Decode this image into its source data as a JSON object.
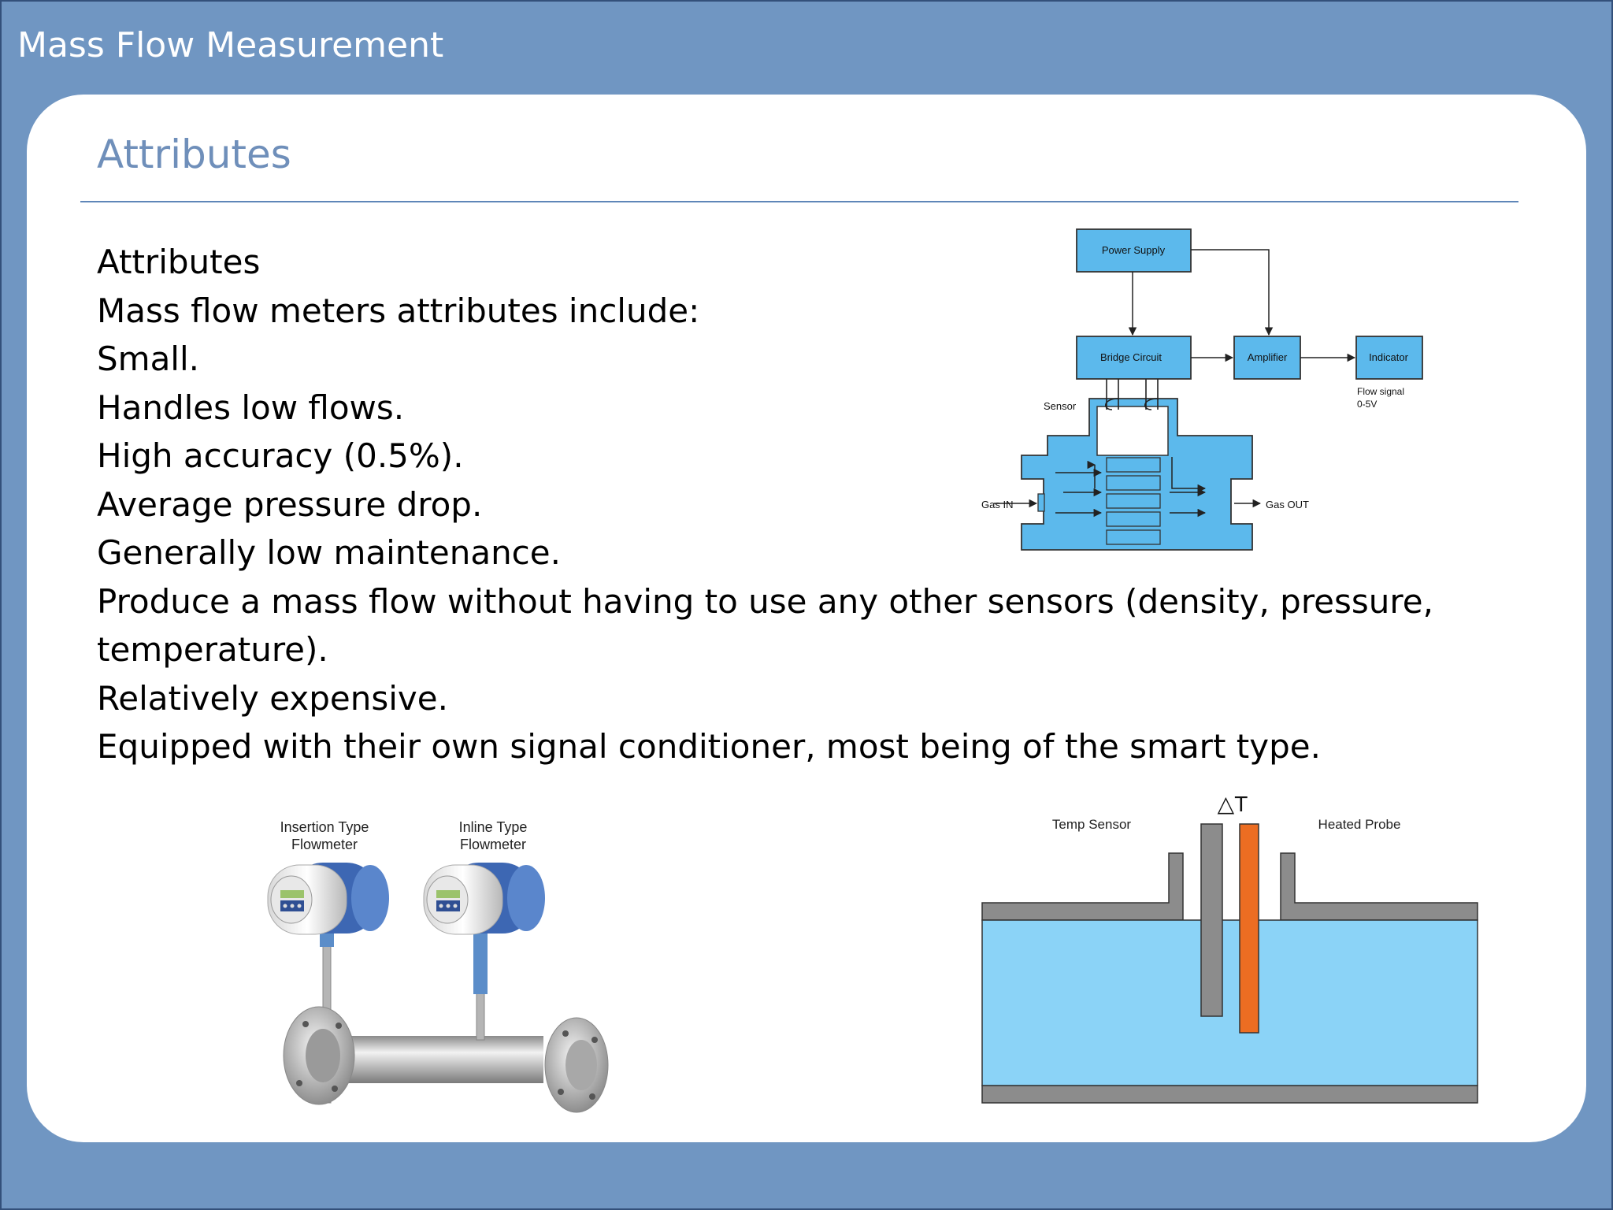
{
  "slide": {
    "title": "Mass Flow Measurement",
    "section_title": "Attributes"
  },
  "body": {
    "lines": [
      "Attributes",
      "Mass flow meters attributes include:",
      "Small.",
      "Handles low flows.",
      "High accuracy (0.5%).",
      "Average pressure drop.",
      "Generally low maintenance.",
      "Produce a mass flow without having to use any other sensors (density, pressure, temperature).",
      "Relatively expensive.",
      "Equipped with their own signal conditioner, most being of the smart type."
    ]
  },
  "block_diagram": {
    "power_supply": "Power Supply",
    "bridge_circuit": "Bridge Circuit",
    "amplifier": "Amplifier",
    "indicator": "Indicator",
    "sensor": "Sensor",
    "flow_signal_line1": "Flow signal",
    "flow_signal_line2": "0-5V",
    "gas_in": "Gas IN",
    "gas_out": "Gas OUT",
    "fill_color": "#5cb9ec"
  },
  "flowmeter_photo": {
    "insertion_line1": "Insertion Type",
    "insertion_line2": "Flowmeter",
    "inline_line1": "Inline Type",
    "inline_line2": "Flowmeter"
  },
  "probe_diagram": {
    "delta_t": "△T",
    "temp_sensor": "Temp Sensor",
    "heated_probe": "Heated Probe",
    "fluid_color": "#8bd3f7",
    "heated_probe_color": "#ec6d22",
    "wall_color": "#8c8c8c"
  },
  "colors": {
    "background": "#7096c2",
    "section_title": "#6f8fba"
  }
}
